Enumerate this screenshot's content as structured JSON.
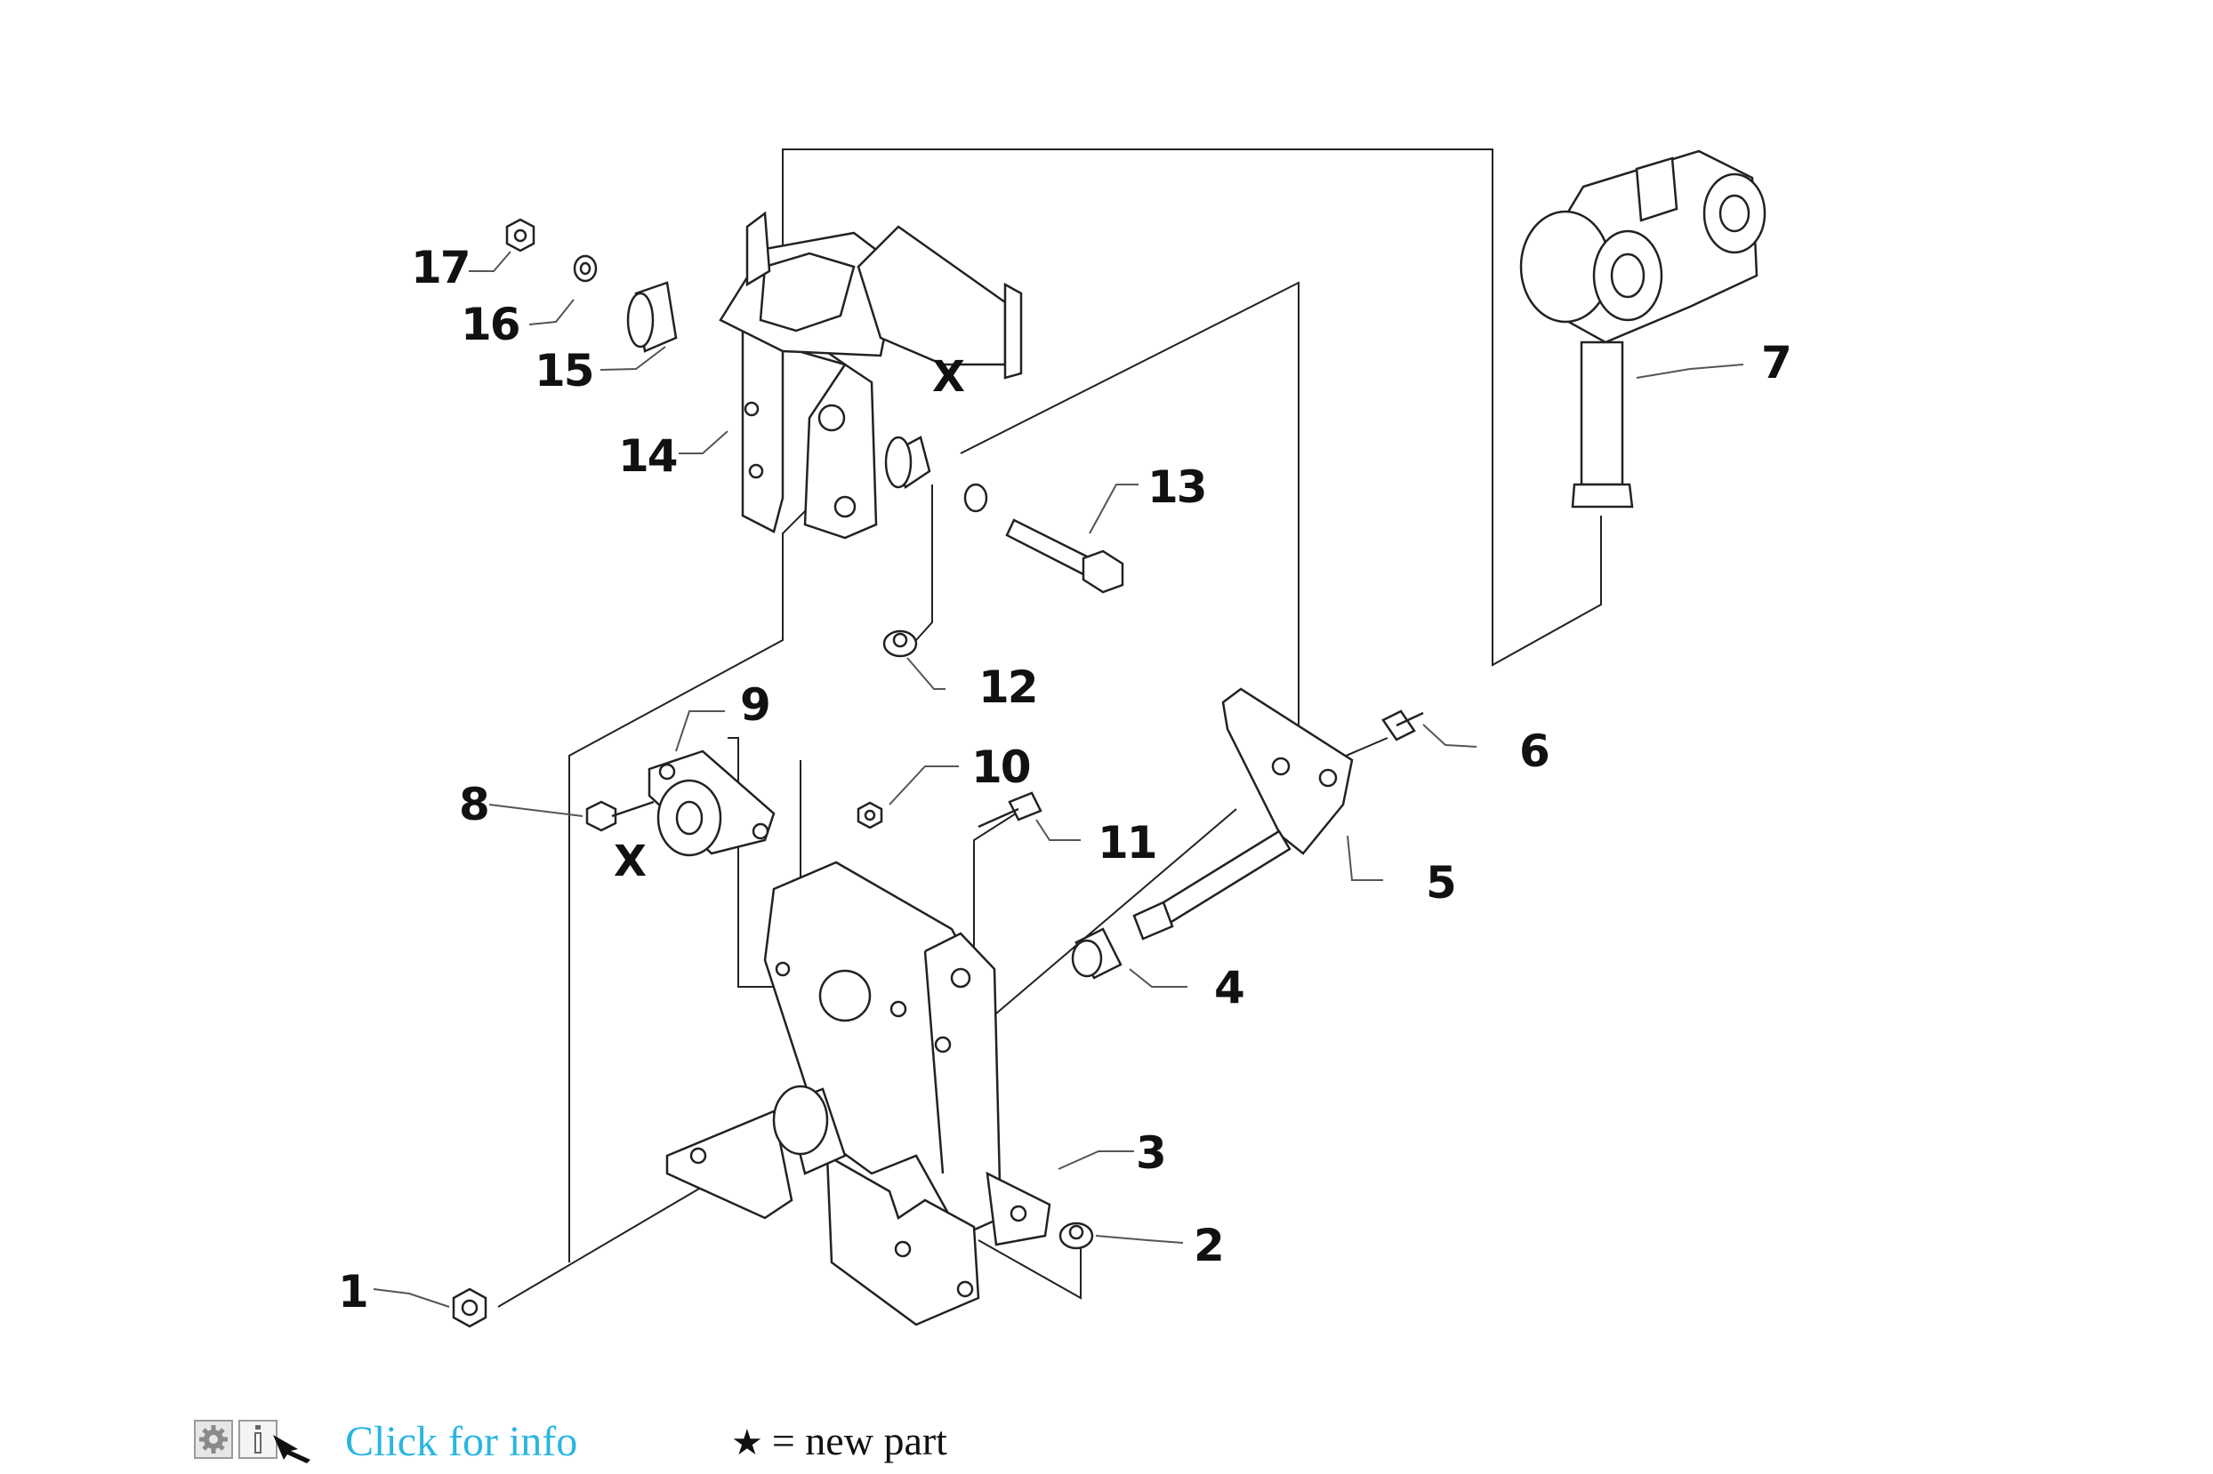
{
  "diagram": {
    "callouts": [
      "1",
      "2",
      "3",
      "4",
      "5",
      "6",
      "7",
      "8",
      "9",
      "10",
      "11",
      "12",
      "13",
      "14",
      "15",
      "16",
      "17"
    ],
    "marker_x": "X"
  },
  "footer": {
    "gear_icon": "gear-icon",
    "info_icon": "info-pointer-icon",
    "info_link_text": "Click for info",
    "legend_symbol": "★",
    "legend_text": "= new part",
    "link_color": "#2ab6e0"
  }
}
